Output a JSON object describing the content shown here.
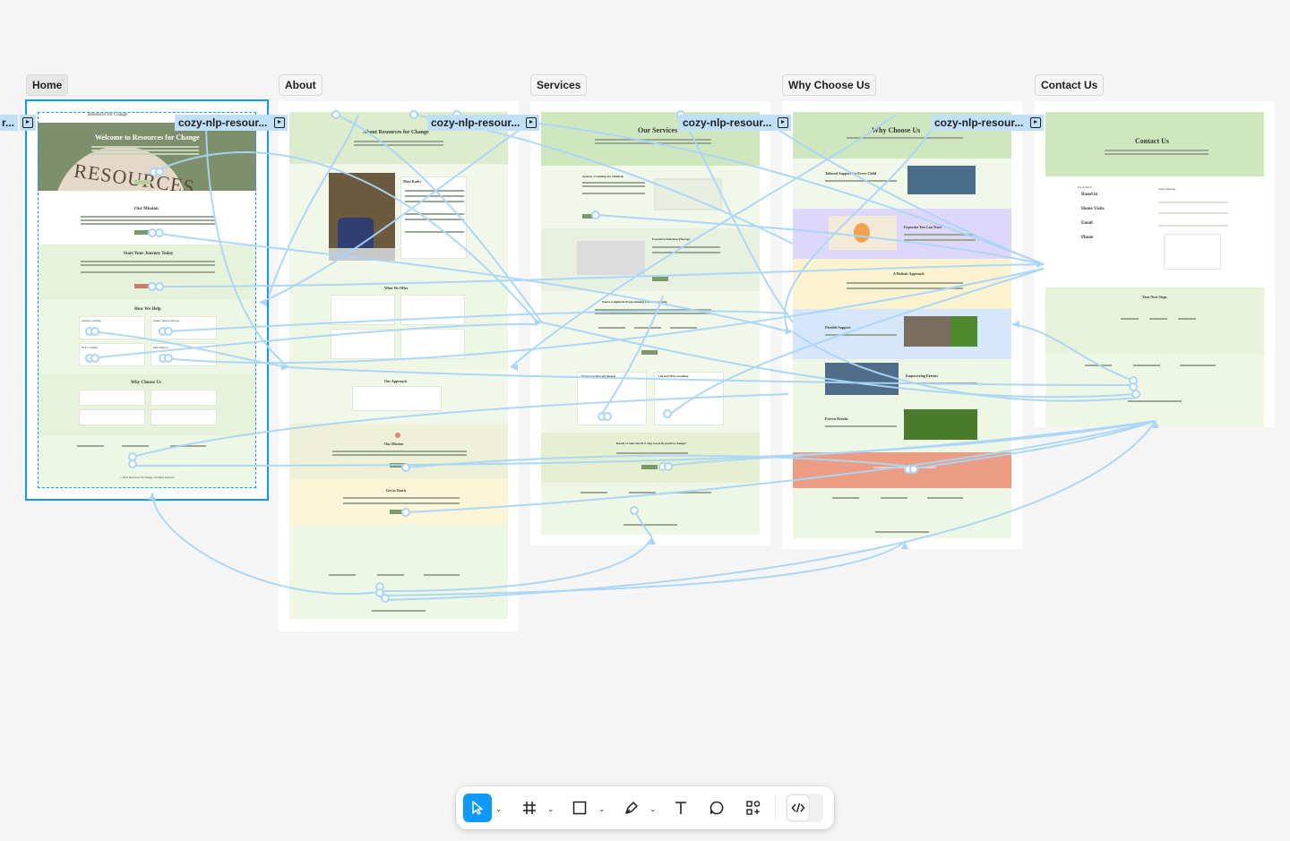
{
  "frames": [
    {
      "label": "Home",
      "selected": true
    },
    {
      "label": "About",
      "selected": false
    },
    {
      "label": "Services",
      "selected": false
    },
    {
      "label": "Why Choose Us",
      "selected": false
    },
    {
      "label": "Contact Us",
      "selected": false
    }
  ],
  "prototype_badges": [
    {
      "label": "r..."
    },
    {
      "label": "cozy-nlp-resour..."
    },
    {
      "label": "cozy-nlp-resour..."
    },
    {
      "label": "cozy-nlp-resour..."
    },
    {
      "label": "cozy-nlp-resour..."
    }
  ],
  "home_page": {
    "brand": "Resources for Change",
    "hero_title": "Welcome to Resources for Change",
    "hero_image_text": "RESOURCES",
    "mission_title": "Our Mission",
    "journey_title": "Start Your Journey Today",
    "help_title": "How We Help",
    "help_items": [
      "Anxiety Coaching",
      "Family Support Therapy",
      "NLP Coaching",
      "Mind Support"
    ],
    "why_title": "Why Choose Us",
    "footer_copy": "© 2025 Resources for Change. All rights reserved."
  },
  "about_page": {
    "title": "About Resources for Change",
    "meet_title": "Meet Kathy",
    "offer_title": "What We Offer",
    "approach_title": "Our Approach",
    "mission_title": "Our Mission",
    "touch_title": "Get in Touch"
  },
  "services_page": {
    "title": "Our Services",
    "service_titles": [
      "Anxiety Coaching for Children",
      "Executive Function Therapy",
      "Neuro-Linguistic Programming (NLP) Coaching",
      "Parent Coaching and Support",
      "Life and NEW Consulting"
    ],
    "cta_title": "Ready to take the first step towards positive change?"
  },
  "why_page": {
    "title": "Why Choose Us",
    "sections": [
      "Tailored Support for Every Child",
      "Expertise You Can Trust",
      "A Holistic Approach",
      "Flexible Support",
      "Empowering Parents",
      "Proven Results"
    ]
  },
  "contact_page": {
    "title": "Contact Us",
    "info_heading": "Get in Touch",
    "info_items": [
      "Based in",
      "Home Visits",
      "Email",
      "Phone"
    ],
    "form_heading": "Send a Message",
    "next_title": "Your Next Steps"
  },
  "toolbar": {
    "tools": [
      {
        "name": "move",
        "icon": "cursor-arrow-icon",
        "active": true
      },
      {
        "name": "frame",
        "icon": "hash-frame-icon",
        "active": false
      },
      {
        "name": "rectangle",
        "icon": "rectangle-icon",
        "active": false
      },
      {
        "name": "pen",
        "icon": "pen-nib-icon",
        "active": false
      },
      {
        "name": "text",
        "icon": "text-t-icon",
        "active": false
      },
      {
        "name": "comment",
        "icon": "comment-bubble-icon",
        "active": false
      },
      {
        "name": "actions",
        "icon": "shapes-plus-icon",
        "active": false
      },
      {
        "name": "dev-mode",
        "icon": "code-brackets-icon",
        "active": false
      }
    ]
  },
  "colors": {
    "canvas": "#f5f5f5",
    "selection": "#0d99ff",
    "wire": "#a9d6f7",
    "badge": "#bfe0f7",
    "page_green": "#eef7e4",
    "hero_green": "#7d8f6b"
  }
}
